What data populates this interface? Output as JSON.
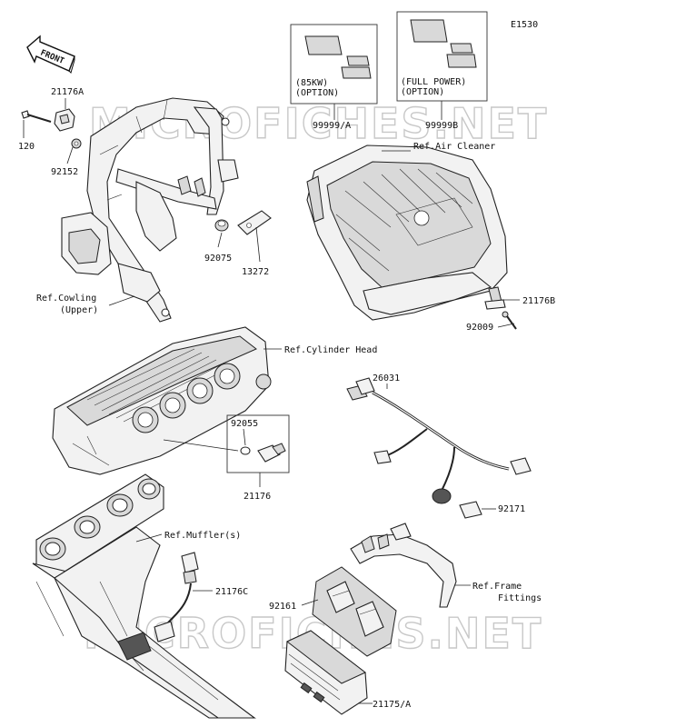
{
  "diagram": {
    "code": "E1530",
    "front_label": "FRONT",
    "watermark": "MICROFICHES.NET",
    "parts": {
      "p21176A": "21176A",
      "p120": "120",
      "p92152": "92152",
      "p92075": "92075",
      "p13272": "13272",
      "ref_cowling_1": "Ref.Cowling",
      "ref_cowling_2": "(Upper)",
      "opt85_1": "(85KW)",
      "opt85_2": "(OPTION)",
      "p99999A": "99999/A",
      "optfull_1": "(FULL POWER)",
      "optfull_2": "(OPTION)",
      "p99999B": "99999B",
      "ref_air_cleaner": "Ref.Air Cleaner",
      "p21176B": "21176B",
      "p92009": "92009",
      "ref_cylinder_head": "Ref.Cylinder Head",
      "p26031": "26031",
      "p92055": "92055",
      "p21176": "21176",
      "p92171": "92171",
      "ref_mufflers": "Ref.Muffler(s)",
      "p21176C": "21176C",
      "ref_frame_1": "Ref.Frame",
      "ref_frame_2": "Fittings",
      "p92161": "92161",
      "p21175A": "21175/A"
    }
  }
}
